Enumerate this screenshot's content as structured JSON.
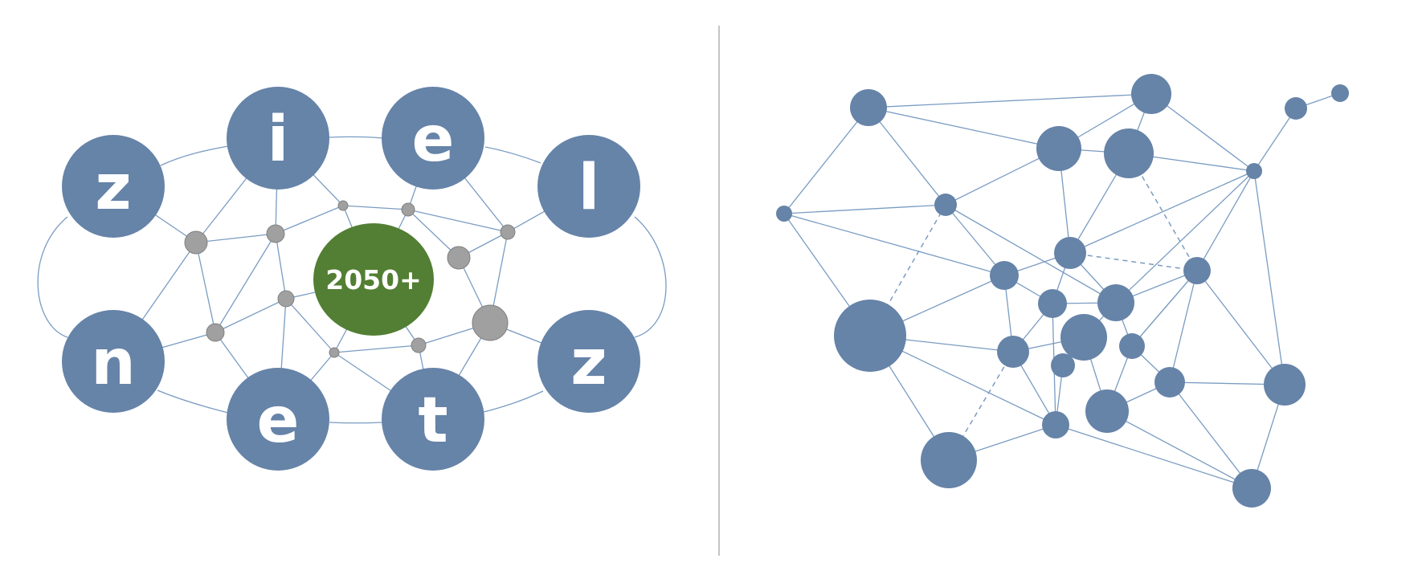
{
  "left_diagram": {
    "letters": [
      "z",
      "i",
      "e",
      "l",
      "n",
      "e",
      "t",
      "z"
    ],
    "center_label": "2050+",
    "colors": {
      "node": "#6683a8",
      "center": "#527f33",
      "junction": "#a0a0a0",
      "edge": "#7a9cc2"
    }
  },
  "right_diagram": {
    "colors": {
      "node": "#6683a8",
      "edge": "#7a9cc2"
    }
  }
}
